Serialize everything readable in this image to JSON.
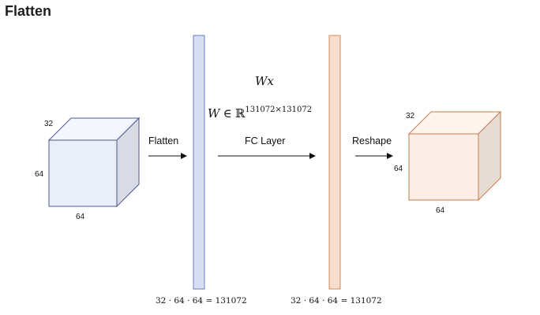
{
  "title": "Flatten",
  "input_cube": {
    "dim_top": "32",
    "dim_left": "64",
    "dim_bottom": "64"
  },
  "output_cube": {
    "dim_top": "32",
    "dim_left": "64",
    "dim_bottom": "64"
  },
  "steps": {
    "flatten": "Flatten",
    "fc": "FC Layer",
    "reshape": "Reshape"
  },
  "math": {
    "wx": "Wx",
    "w_symbol": "W",
    "w_in": "∈",
    "w_space": "ℝ",
    "w_dims": "131072×131072"
  },
  "vectors": {
    "left_formula": "32 · 64 · 64 = 131072",
    "right_formula": "32 · 64 · 64 = 131072"
  },
  "colors": {
    "input_fill": "#e9eef8",
    "input_stroke": "#4a5a8c",
    "output_fill": "#fbeee6",
    "output_stroke": "#c97a4b",
    "left_vector_fill": "#d7ddf2",
    "left_vector_stroke": "#6a7dbd",
    "right_vector_fill": "#f7ddd0",
    "right_vector_stroke": "#d58b5c"
  }
}
